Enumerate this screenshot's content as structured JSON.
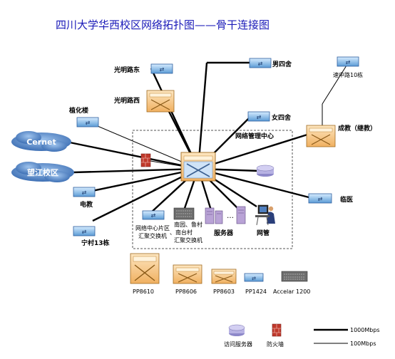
{
  "title": "四川大学华西校区网络拓扑图——骨干连接图",
  "nodes": {
    "guangming_east": "光明路东",
    "guangming_west": "光明路西",
    "boys_dorm": "男四舍",
    "girls_dorm": "女四舍",
    "sucheng": "速中路10栋",
    "zhihua": "植化楼",
    "cernet": "Cernet",
    "wangjiang": "望江校区",
    "dianjiao": "电教",
    "ningcun": "宁村13栋",
    "chengjiao": "成教（继教）",
    "linyi": "临医",
    "nmc": "网络管理中心",
    "center_switch": "网络中心片区\n汇聚交换机",
    "nanyuan_switch": "南园、鲁村\n、南台村\n汇聚交换机",
    "servers": "服务器",
    "netmgmt": "网管",
    "dots": "…"
  },
  "devices": {
    "pp8610": "PP8610",
    "pp8606": "PP8606",
    "pp8603": "PP8603",
    "pp1424": "PP1424",
    "accelar": "Accelar 1200"
  },
  "legend": {
    "access_server": "访问服务器",
    "firewall": "防火墙",
    "gbps": "1000Mbps",
    "mbps": "100Mbps"
  },
  "colors": {
    "title": "#1a1ab8",
    "switch_blue": "#6fa8dc",
    "chassis_orange": "#f6c27a",
    "cloud_blue": "#4f7fbf",
    "link": "#000000"
  }
}
